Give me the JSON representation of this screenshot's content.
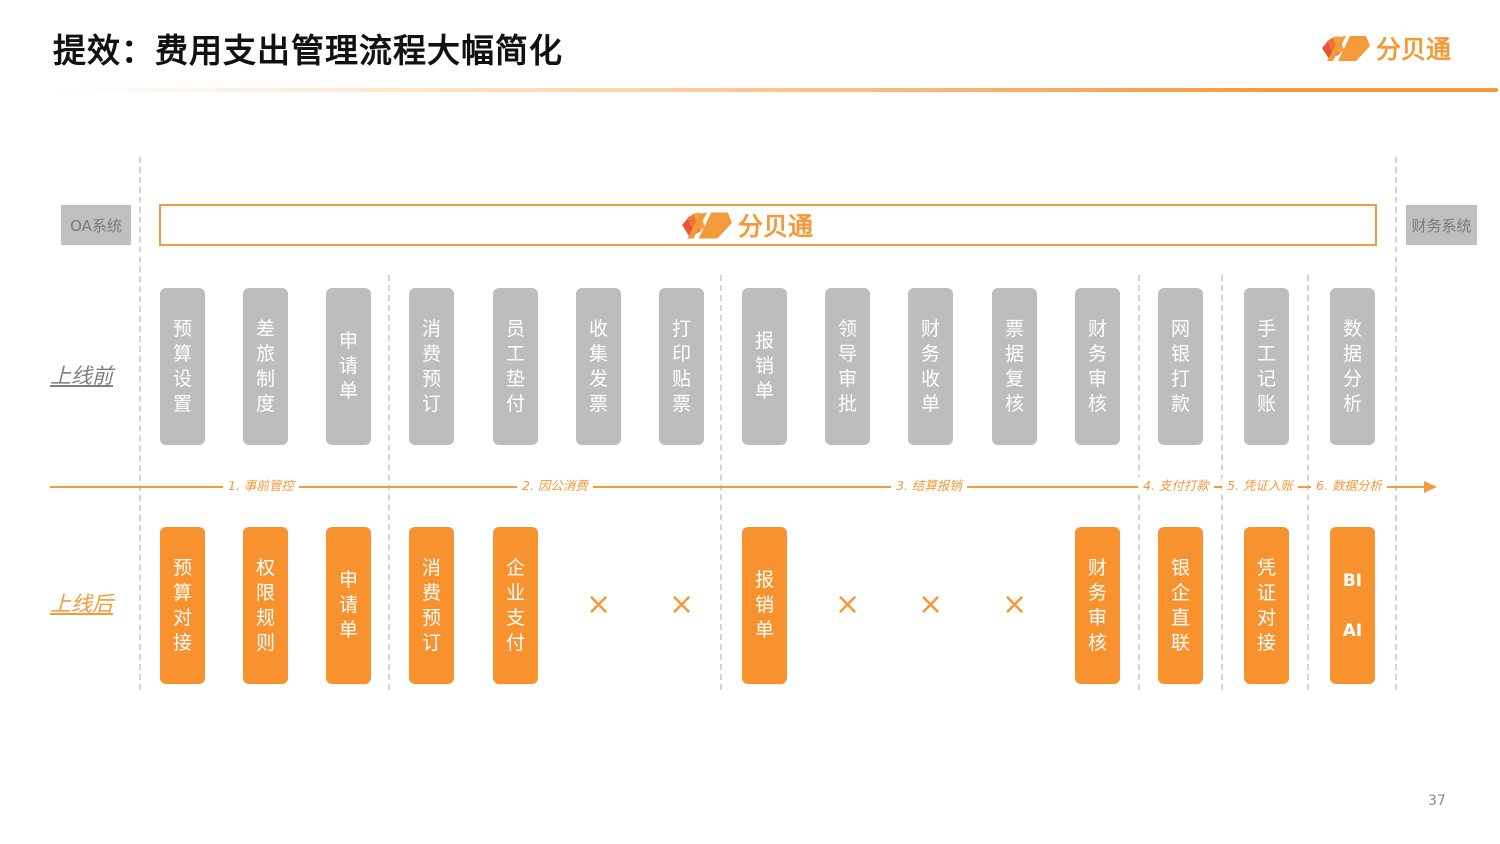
{
  "header": {
    "title": "提效：费用支出管理流程大幅简化",
    "brand_name": "分贝通",
    "brand_color": "#f39a3a"
  },
  "systems": {
    "left": "OA系统",
    "right": "财务系统",
    "platform_brand": "分贝通"
  },
  "rows": {
    "before_label": "上线前",
    "after_label": "上线后"
  },
  "phases": [
    {
      "label": "1. 事前管控"
    },
    {
      "label": "2. 因公消费"
    },
    {
      "label": "3. 结算报销"
    },
    {
      "label": "4. 支付打款"
    },
    {
      "label": "5. 凭证入账"
    },
    {
      "label": "6. 数据分析"
    }
  ],
  "before_steps": [
    {
      "label": "预算设置",
      "chars": [
        "预",
        "算",
        "设",
        "置"
      ]
    },
    {
      "label": "差旅制度",
      "chars": [
        "差",
        "旅",
        "制",
        "度"
      ]
    },
    {
      "label": "申请单",
      "chars": [
        "申",
        "请",
        "单"
      ]
    },
    {
      "label": "消费预订",
      "chars": [
        "消",
        "费",
        "预",
        "订"
      ]
    },
    {
      "label": "员工垫付",
      "chars": [
        "员",
        "工",
        "垫",
        "付"
      ]
    },
    {
      "label": "收集发票",
      "chars": [
        "收",
        "集",
        "发",
        "票"
      ]
    },
    {
      "label": "打印贴票",
      "chars": [
        "打",
        "印",
        "贴",
        "票"
      ]
    },
    {
      "label": "报销单",
      "chars": [
        "报",
        "销",
        "单"
      ]
    },
    {
      "label": "领导审批",
      "chars": [
        "领",
        "导",
        "审",
        "批"
      ]
    },
    {
      "label": "财务收单",
      "chars": [
        "财",
        "务",
        "收",
        "单"
      ]
    },
    {
      "label": "票据复核",
      "chars": [
        "票",
        "据",
        "复",
        "核"
      ]
    },
    {
      "label": "财务审核",
      "chars": [
        "财",
        "务",
        "审",
        "核"
      ]
    },
    {
      "label": "网银打款",
      "chars": [
        "网",
        "银",
        "打",
        "款"
      ]
    },
    {
      "label": "手工记账",
      "chars": [
        "手",
        "工",
        "记",
        "账"
      ]
    },
    {
      "label": "数据分析",
      "chars": [
        "数",
        "据",
        "分",
        "析"
      ]
    }
  ],
  "after_steps": [
    {
      "label": "预算对接",
      "chars": [
        "预",
        "算",
        "对",
        "接"
      ],
      "status": "kept"
    },
    {
      "label": "权限规则",
      "chars": [
        "权",
        "限",
        "规",
        "则"
      ],
      "status": "kept"
    },
    {
      "label": "申请单",
      "chars": [
        "申",
        "请",
        "单"
      ],
      "status": "kept"
    },
    {
      "label": "消费预订",
      "chars": [
        "消",
        "费",
        "预",
        "订"
      ],
      "status": "kept"
    },
    {
      "label": "企业支付",
      "chars": [
        "企",
        "业",
        "支",
        "付"
      ],
      "status": "kept"
    },
    {
      "label": "×",
      "status": "removed"
    },
    {
      "label": "×",
      "status": "removed"
    },
    {
      "label": "报销单",
      "chars": [
        "报",
        "销",
        "单"
      ],
      "status": "kept"
    },
    {
      "label": "×",
      "status": "removed"
    },
    {
      "label": "×",
      "status": "removed"
    },
    {
      "label": "×",
      "status": "removed"
    },
    {
      "label": "财务审核",
      "chars": [
        "财",
        "务",
        "审",
        "核"
      ],
      "status": "kept"
    },
    {
      "label": "银企直联",
      "chars": [
        "银",
        "企",
        "直",
        "联"
      ],
      "status": "kept"
    },
    {
      "label": "凭证对接",
      "chars": [
        "凭",
        "证",
        "对",
        "接"
      ],
      "status": "kept"
    },
    {
      "label": "BI AI",
      "words": [
        "BI",
        "AI"
      ],
      "status": "kept"
    }
  ],
  "colors": {
    "accent_orange": "#f7922e",
    "line_orange": "#f39a3a",
    "grey_box": "#bdbdbd",
    "dash_grey": "#d4d4d4"
  },
  "footer": {
    "page_number": "37"
  }
}
